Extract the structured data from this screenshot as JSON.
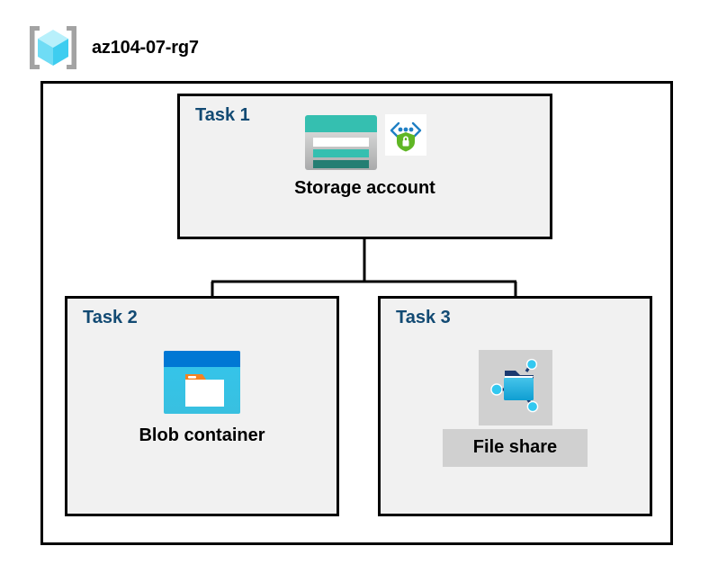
{
  "diagram": {
    "type": "azure-architecture-diagram",
    "resource_group": {
      "name": "az104-07-rg7",
      "icon": "resource-group-icon"
    },
    "tasks": [
      {
        "id": "task1",
        "label": "Task 1",
        "node_label": "Storage account",
        "icons": [
          "storage-account-icon",
          "storage-security-shield-icon"
        ],
        "highlighted": false
      },
      {
        "id": "task2",
        "label": "Task 2",
        "node_label": "Blob container",
        "icons": [
          "blob-container-icon"
        ],
        "highlighted": false
      },
      {
        "id": "task3",
        "label": "Task 3",
        "node_label": "File share",
        "icons": [
          "file-share-icon"
        ],
        "highlighted": true
      }
    ],
    "connections": [
      {
        "from": "Storage account",
        "to": "Blob container"
      },
      {
        "from": "Storage account",
        "to": "File share"
      }
    ],
    "colors": {
      "task_label": "#124a73",
      "node_label": "#000000",
      "box_border": "#000000",
      "box_fill": "#f1f1f1",
      "canvas": "#ffffff",
      "highlight": "#d0d0d0",
      "storage_teal": "#35bfb0",
      "storage_teal_dark": "#257e73",
      "blob_blue": "#0078d4",
      "blob_cyan": "#32c8f0",
      "blob_orange": "#f58220",
      "fileshare_cyan": "#32c8f0",
      "fileshare_navy": "#1b3a70",
      "shield_green": "#5fb624",
      "rg_cube_cyan": "#9feaf9",
      "rg_bracket_gray": "#a0a0a0"
    }
  }
}
